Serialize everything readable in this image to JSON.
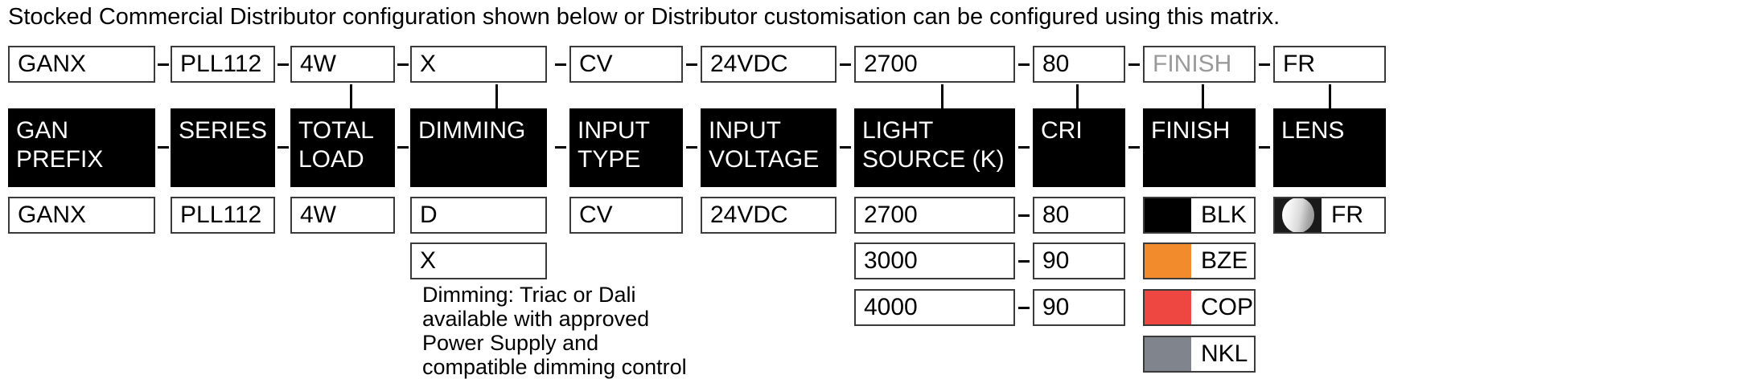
{
  "intro": {
    "text": "Stocked Commercial Distributor configuration shown below or Distributor customisation can be configured using this matrix."
  },
  "separator": {
    "dash": "–"
  },
  "columns": [
    {
      "key": "gan_prefix",
      "header_line1": "GAN",
      "header_line2": "PREFIX"
    },
    {
      "key": "series",
      "header_line1": "SERIES",
      "header_line2": ""
    },
    {
      "key": "total_load",
      "header_line1": "TOTAL",
      "header_line2": "LOAD"
    },
    {
      "key": "dimming",
      "header_line1": "DIMMING",
      "header_line2": ""
    },
    {
      "key": "input_type",
      "header_line1": "INPUT",
      "header_line2": "TYPE"
    },
    {
      "key": "input_voltage",
      "header_line1": "INPUT",
      "header_line2": "VOLTAGE"
    },
    {
      "key": "light_source",
      "header_line1": "LIGHT",
      "header_line2": "SOURCE (K)"
    },
    {
      "key": "cri",
      "header_line1": "CRI",
      "header_line2": ""
    },
    {
      "key": "finish",
      "header_line1": "FINISH",
      "header_line2": ""
    },
    {
      "key": "lens",
      "header_line1": "LENS",
      "header_line2": ""
    }
  ],
  "configuration_row": {
    "gan_prefix": {
      "value": "GANX",
      "placeholder": false
    },
    "series": {
      "value": "PLL112",
      "placeholder": false
    },
    "total_load": {
      "value": "4W",
      "placeholder": false
    },
    "dimming": {
      "value": "X",
      "placeholder": false
    },
    "input_type": {
      "value": "CV",
      "placeholder": false
    },
    "input_voltage": {
      "value": "24VDC",
      "placeholder": false
    },
    "light_source": {
      "value": "2700",
      "placeholder": false
    },
    "cri": {
      "value": "80",
      "placeholder": false
    },
    "finish": {
      "value": "FINISH",
      "placeholder": true
    },
    "lens": {
      "value": "FR",
      "placeholder": false
    }
  },
  "options": {
    "gan_prefix": [
      "GANX"
    ],
    "series": [
      "PLL112"
    ],
    "total_load": [
      "4W"
    ],
    "dimming": [
      "D",
      "X"
    ],
    "input_type": [
      "CV"
    ],
    "input_voltage": [
      "24VDC"
    ],
    "light_source": [
      "2700",
      "3000",
      "4000"
    ],
    "cri": [
      "80",
      "90",
      "90"
    ],
    "finish": [
      {
        "code": "BLK",
        "color": "#000000"
      },
      {
        "code": "BZE",
        "color": "#F18B2C"
      },
      {
        "code": "COP",
        "color": "#EE4640"
      },
      {
        "code": "NKL",
        "color": "#80848C"
      }
    ],
    "lens": [
      {
        "code": "FR",
        "swatch": "frosted-lens-icon"
      }
    ]
  },
  "notes": {
    "dimming": "Dimming: Triac or Dali\navailable with approved\nPower Supply and\ncompatible dimming control"
  }
}
